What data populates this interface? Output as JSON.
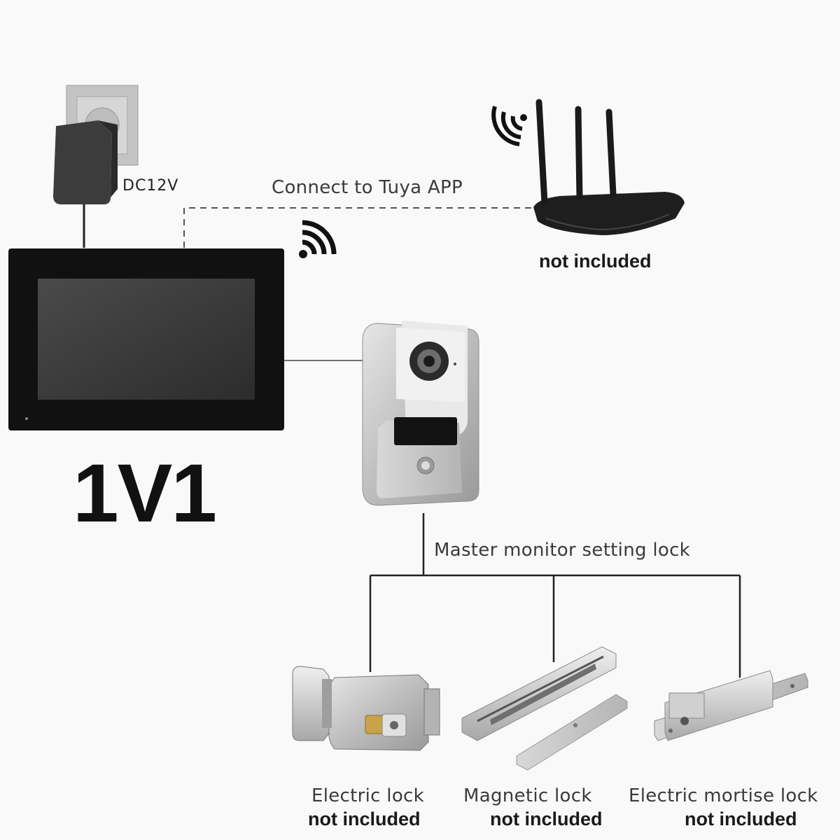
{
  "labels": {
    "power": "DC12V",
    "app": "Connect to Tuya APP",
    "router_note": "not included",
    "model": "1V1",
    "lock_setting": "Master monitor setting lock"
  },
  "locks": [
    {
      "name": "Electric lock",
      "note": "not included"
    },
    {
      "name": "Magnetic lock",
      "note": "not included"
    },
    {
      "name": "Electric mortise lock",
      "note": "not included"
    }
  ],
  "icons": [
    "power-adapter-icon",
    "wifi-icon",
    "router-icon",
    "monitor-icon",
    "doorbell-camera-icon",
    "electric-lock-icon",
    "magnetic-lock-icon",
    "mortise-lock-icon"
  ],
  "colors": {
    "line": "#222222",
    "dashed": "#555555",
    "monitor": "#111111",
    "screen": "#3a3a3a",
    "silver": "#c9c9c9"
  }
}
